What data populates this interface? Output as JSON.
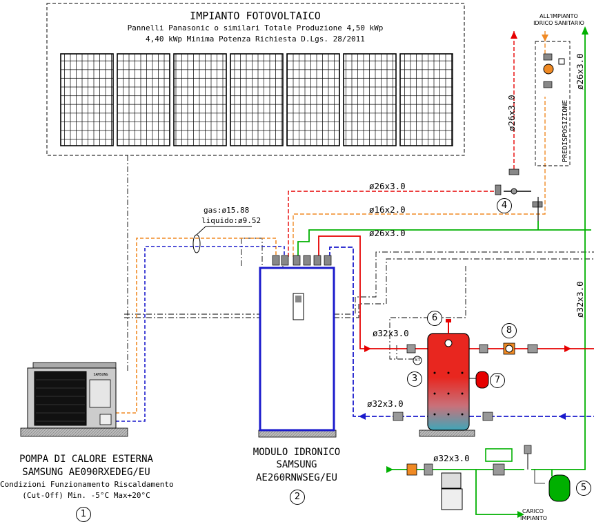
{
  "pv": {
    "title": "IMPIANTO FOTOVOLTAICO",
    "line1": "Pannelli Panasonic o similari Totale Produzione 4,50 kWp",
    "line2": "4,40 kWp Minima Potenza Richiesta D.Lgs. 28/2011"
  },
  "heat_pump": {
    "line1": "POMPA DI CALORE ESTERNA",
    "line2": "SAMSUNG AE090RXEDEG/EU",
    "line3": "Condizioni Funzionamento Riscaldamento",
    "line4": "(Cut-Off) Min. -5°C Max+20°C",
    "number": "1",
    "brand": "SAMSUNG"
  },
  "hydro_module": {
    "line1": "MODULO IDRONICO",
    "line2": "SAMSUNG",
    "line3": "AE260RNWSEG/EU",
    "number": "2"
  },
  "refrigerant": {
    "gas": "gas:ø15.88",
    "liquid": "liquido:ø9.52"
  },
  "pipes": {
    "p26_red": "ø26x3.0",
    "p16": "ø16x2.0",
    "p26_green": "ø26x3.0",
    "p32_top": "ø32x3.0",
    "p32_bottom": "ø32x3.0",
    "p32_load": "ø32x3.0",
    "p26_vertical": "ø26x3.0",
    "p32_vertical": "ø32x3.0"
  },
  "labels": {
    "dhw_line1": "ALL'IMPIANTO",
    "dhw_line2": "IDRICO SANITARIO",
    "predisposizione": "PREDISPOSIZIONE",
    "carico1": "CARICO",
    "carico2": "IMPIANTO",
    "st": "ST"
  },
  "callouts": [
    "3",
    "4",
    "5",
    "6",
    "7",
    "8"
  ],
  "colors": {
    "red": "#e60000",
    "blue": "#1a1acc",
    "green": "#00b000",
    "orange": "#f08a24",
    "tank_top": "#e8261f",
    "tank_bottom": "#3fa6b8"
  }
}
